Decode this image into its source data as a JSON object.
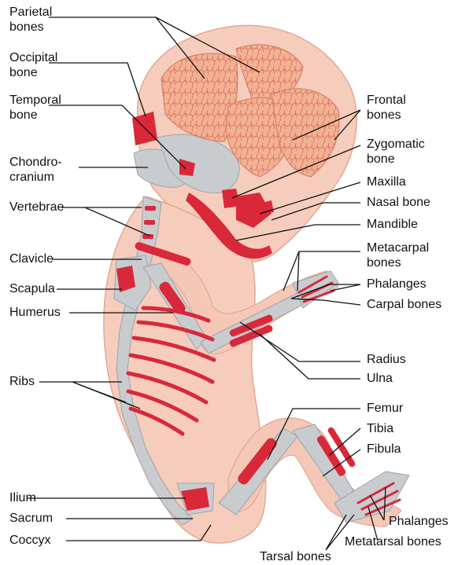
{
  "figure": {
    "labels": {
      "parietal": "Parietal bones",
      "occipital": "Occipital bone",
      "temporal": "Temporal bone",
      "chondrocranium": "Chondro-cranium",
      "vertebrae": "Vertebrae",
      "clavicle": "Clavicle",
      "scapula": "Scapula",
      "humerus": "Humerus",
      "ribs": "Ribs",
      "ilium": "Ilium",
      "sacrum": "Sacrum",
      "coccyx": "Coccyx",
      "frontal": "Frontal bones",
      "zygomatic": "Zygomatic bone",
      "maxilla": "Maxilla",
      "nasal": "Nasal bone",
      "mandible": "Mandible",
      "metacarpal": "Metacarpal bones",
      "phalanges_hand": "Phalanges",
      "carpal": "Carpal bones",
      "radius": "Radius",
      "ulna": "Ulna",
      "femur": "Femur",
      "tibia": "Tibia",
      "fibula": "Fibula",
      "phalanges_foot": "Phalanges",
      "metatarsal": "Metatarsal bones",
      "tarsal": "Tarsal bones"
    },
    "colors": {
      "skin": "#f6cdbd",
      "skin_shadow": "#eab39f",
      "cartilage": "#c9cccf",
      "cartilage_edge": "#9ea3a8",
      "bone": "#d9283a",
      "skull_plate": "#f1a98c",
      "skull_plate_edge": "#d5806a",
      "leader_line": "#111111"
    }
  }
}
